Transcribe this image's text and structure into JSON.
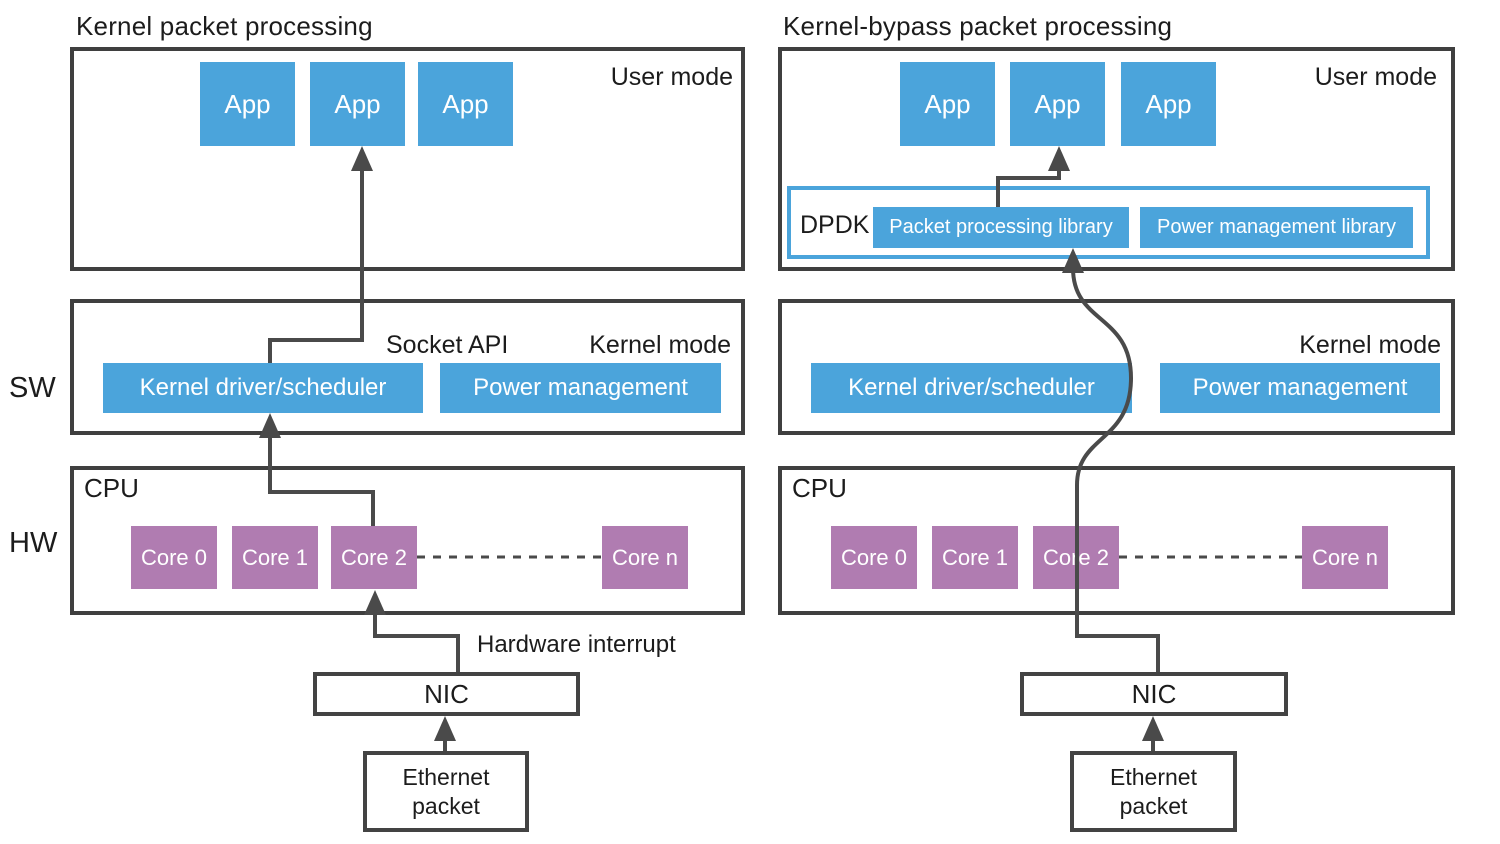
{
  "side_labels": {
    "sw": "SW",
    "hw": "HW"
  },
  "left": {
    "title": "Kernel packet processing",
    "user_mode_label": "User mode",
    "apps": [
      "App",
      "App",
      "App"
    ],
    "socket_api_label": "Socket API",
    "kernel_mode_label": "Kernel mode",
    "kernel_driver_label": "Kernel driver/scheduler",
    "power_mgmt_label": "Power management",
    "cpu_label": "CPU",
    "cores": [
      "Core 0",
      "Core 1",
      "Core 2",
      "Core n"
    ],
    "hardware_interrupt_label": "Hardware interrupt",
    "nic_label": "NIC",
    "ethernet_label": "Ethernet packet"
  },
  "right": {
    "title": "Kernel-bypass packet processing",
    "user_mode_label": "User mode",
    "apps": [
      "App",
      "App",
      "App"
    ],
    "dpdk_label": "DPDK",
    "packet_lib_label": "Packet processing library",
    "power_lib_label": "Power management library",
    "kernel_mode_label": "Kernel mode",
    "kernel_driver_label": "Kernel driver/scheduler",
    "power_mgmt_label": "Power management",
    "cpu_label": "CPU",
    "cores": [
      "Core 0",
      "Core 1",
      "Core 2",
      "Core n"
    ],
    "nic_label": "NIC",
    "ethernet_label": "Ethernet packet"
  },
  "colors": {
    "box_blue": "#4ba4db",
    "core_purple": "#b07cb1",
    "line_gray": "#4a4a4a",
    "border_gray": "#3f3f3f"
  }
}
